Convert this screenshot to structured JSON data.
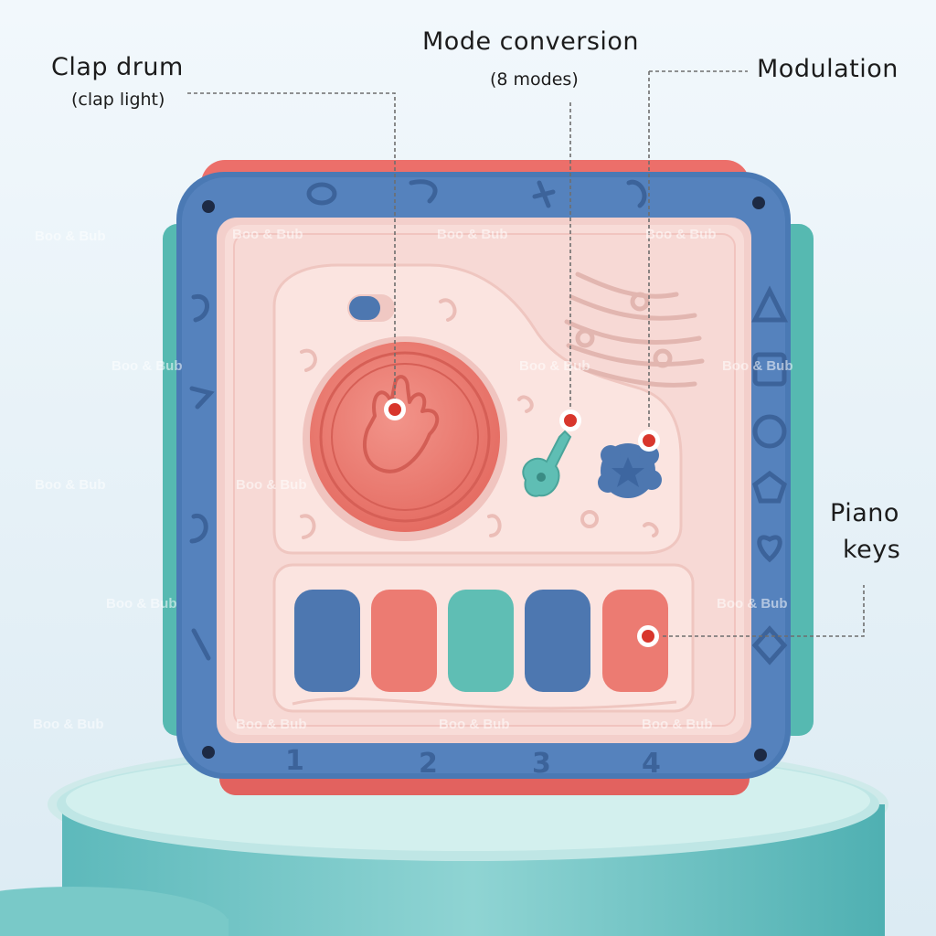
{
  "callouts": {
    "clap_drum": {
      "title": "Clap drum",
      "sub": "(clap light)"
    },
    "mode_conversion": {
      "title": "Mode conversion",
      "sub": "(8 modes)"
    },
    "modulation": {
      "title": "Modulation"
    },
    "piano_keys": {
      "line1": "Piano",
      "line2": "keys"
    }
  },
  "watermark": "Boo & Bub",
  "cube_numbers": [
    "1",
    "2",
    "3",
    "4"
  ],
  "colors": {
    "background": "#eaf4fa",
    "frame_blue": "#4a79b4",
    "panel_pink": "#f7d9d5",
    "coral": "#ec7b72",
    "teal": "#5fbeb4",
    "marker_red": "#d8362c"
  }
}
